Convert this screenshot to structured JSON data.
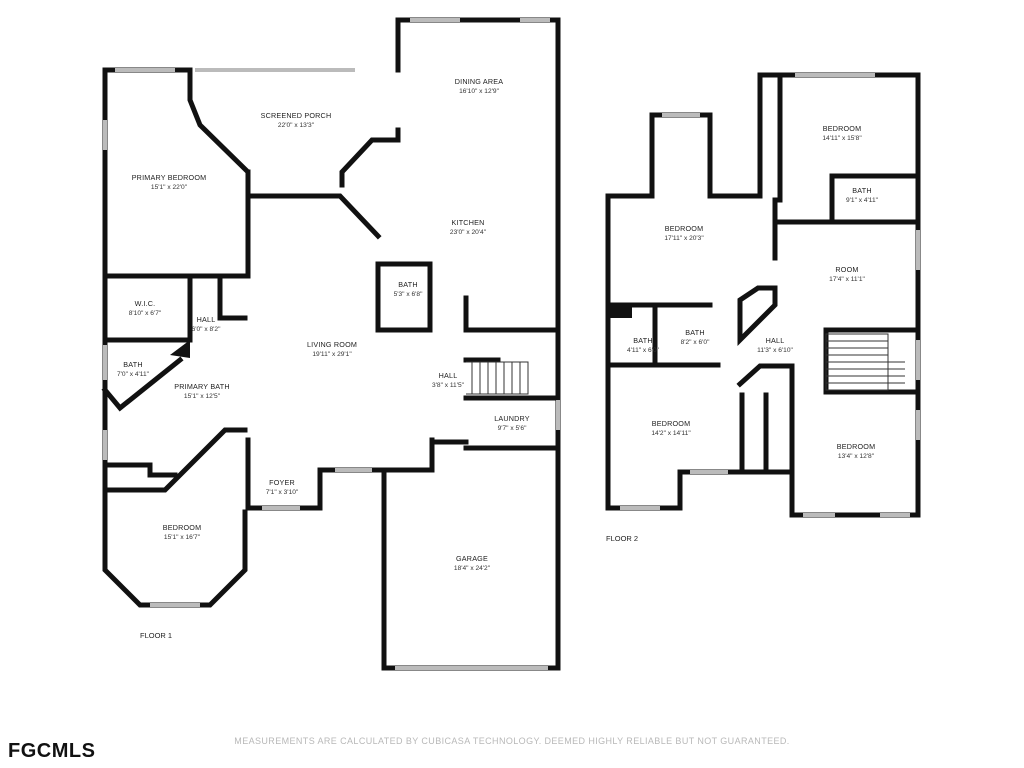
{
  "floors": [
    {
      "label": "FLOOR 1",
      "rooms": [
        {
          "name": "SCREENED PORCH",
          "dims": "22'0\" x 13'3\""
        },
        {
          "name": "DINING AREA",
          "dims": "16'10\" x 12'9\""
        },
        {
          "name": "PRIMARY BEDROOM",
          "dims": "15'1\" x 22'0\""
        },
        {
          "name": "KITCHEN",
          "dims": "23'0\" x 20'4\""
        },
        {
          "name": "BATH",
          "dims": "5'3\" x 6'8\""
        },
        {
          "name": "W.I.C.",
          "dims": "8'10\" x 6'7\""
        },
        {
          "name": "HALL",
          "dims": "6'0\" x 8'2\""
        },
        {
          "name": "LIVING ROOM",
          "dims": "19'11\" x 29'1\""
        },
        {
          "name": "BATH",
          "dims": "7'0\" x 4'11\""
        },
        {
          "name": "PRIMARY BATH",
          "dims": "15'1\" x 12'5\""
        },
        {
          "name": "HALL",
          "dims": "3'8\" x 11'5\""
        },
        {
          "name": "LAUNDRY",
          "dims": "9'7\" x 5'6\""
        },
        {
          "name": "FOYER",
          "dims": "7'1\" x 3'10\""
        },
        {
          "name": "BEDROOM",
          "dims": "15'1\" x 16'7\""
        },
        {
          "name": "GARAGE",
          "dims": "18'4\" x 24'2\""
        }
      ]
    },
    {
      "label": "FLOOR 2",
      "rooms": [
        {
          "name": "BEDROOM",
          "dims": "14'11\" x 15'8\""
        },
        {
          "name": "BATH",
          "dims": "9'1\" x 4'11\""
        },
        {
          "name": "BEDROOM",
          "dims": "17'11\" x 20'3\""
        },
        {
          "name": "ROOM",
          "dims": "17'4\" x 11'1\""
        },
        {
          "name": "BATH",
          "dims": "4'11\" x 6'0\""
        },
        {
          "name": "BATH",
          "dims": "8'2\" x 6'0\""
        },
        {
          "name": "HALL",
          "dims": "11'3\" x 6'10\""
        },
        {
          "name": "BEDROOM",
          "dims": "14'2\" x 14'11\""
        },
        {
          "name": "BEDROOM",
          "dims": "13'4\" x 12'8\""
        }
      ]
    }
  ],
  "disclaimer": "MEASUREMENTS ARE CALCULATED BY CUBICASA TECHNOLOGY. DEEMED HIGHLY RELIABLE BUT NOT GUARANTEED.",
  "brand": "FGCMLS"
}
